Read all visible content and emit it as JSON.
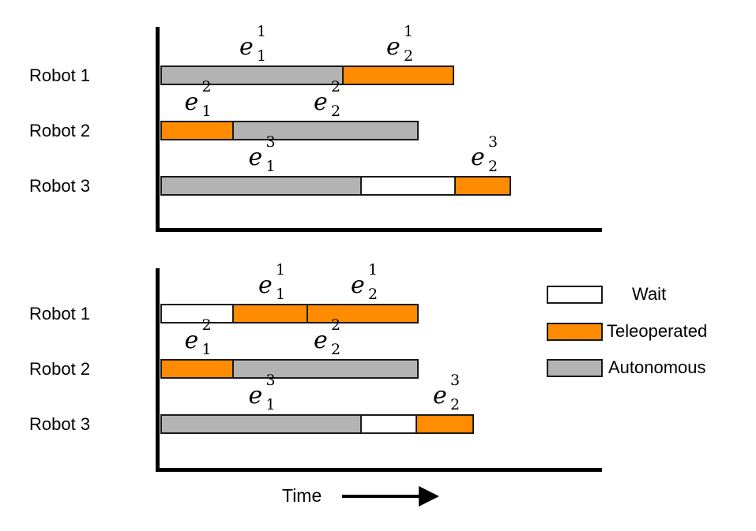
{
  "colors": {
    "wait": "#FFFFFF",
    "teleoperated": "#FF8C00",
    "autonomous": "#B3B3B3",
    "border": "#1A1A1A",
    "axis": "#000000"
  },
  "legend": {
    "items": [
      {
        "mode": "wait",
        "label": "Wait"
      },
      {
        "mode": "teleoperated",
        "label": "Teleoperated"
      },
      {
        "mode": "autonomous",
        "label": "Autonomous"
      }
    ]
  },
  "time_axis": {
    "label": "Time"
  },
  "chart_data": {
    "type": "gantt",
    "title": "",
    "time_unit": "relative time (arbitrary units, no tick labels shown)",
    "legend": [
      "Wait",
      "Teleoperated",
      "Autonomous"
    ],
    "legend_position": "right of bottom panel",
    "panels": [
      {
        "position": "top",
        "rows": [
          {
            "robot": "Robot 1",
            "segments": [
              {
                "mode": "autonomous",
                "start": 0,
                "end": 232,
                "episode": {
                  "base": "e",
                  "sup": "1",
                  "sub": "1"
                }
              },
              {
                "mode": "teleoperated",
                "start": 232,
                "end": 372,
                "episode": {
                  "base": "e",
                  "sup": "1",
                  "sub": "2"
                }
              }
            ]
          },
          {
            "robot": "Robot 2",
            "segments": [
              {
                "mode": "teleoperated",
                "start": 0,
                "end": 93,
                "episode": {
                  "base": "e",
                  "sup": "2",
                  "sub": "1"
                }
              },
              {
                "mode": "autonomous",
                "start": 93,
                "end": 327,
                "episode": {
                  "base": "e",
                  "sup": "2",
                  "sub": "2"
                }
              }
            ]
          },
          {
            "robot": "Robot 3",
            "segments": [
              {
                "mode": "autonomous",
                "start": 0,
                "end": 255,
                "episode": {
                  "base": "e",
                  "sup": "3",
                  "sub": "1"
                }
              },
              {
                "mode": "wait",
                "start": 255,
                "end": 374,
                "episode": null
              },
              {
                "mode": "teleoperated",
                "start": 374,
                "end": 444,
                "episode": {
                  "base": "e",
                  "sup": "3",
                  "sub": "2"
                }
              }
            ]
          }
        ]
      },
      {
        "position": "bottom",
        "rows": [
          {
            "robot": "Robot 1",
            "segments": [
              {
                "mode": "wait",
                "start": 0,
                "end": 93,
                "episode": null
              },
              {
                "mode": "teleoperated",
                "start": 93,
                "end": 187,
                "episode": {
                  "base": "e",
                  "sup": "1",
                  "sub": "1"
                }
              },
              {
                "mode": "teleoperated",
                "start": 187,
                "end": 327,
                "episode": {
                  "base": "e",
                  "sup": "1",
                  "sub": "2"
                }
              }
            ]
          },
          {
            "robot": "Robot 2",
            "segments": [
              {
                "mode": "teleoperated",
                "start": 0,
                "end": 93,
                "episode": {
                  "base": "e",
                  "sup": "2",
                  "sub": "1"
                }
              },
              {
                "mode": "autonomous",
                "start": 93,
                "end": 327,
                "episode": {
                  "base": "e",
                  "sup": "2",
                  "sub": "2"
                }
              }
            ]
          },
          {
            "robot": "Robot 3",
            "segments": [
              {
                "mode": "autonomous",
                "start": 0,
                "end": 255,
                "episode": {
                  "base": "e",
                  "sup": "3",
                  "sub": "1"
                }
              },
              {
                "mode": "wait",
                "start": 255,
                "end": 325,
                "episode": null
              },
              {
                "mode": "teleoperated",
                "start": 325,
                "end": 397,
                "episode": {
                  "base": "e",
                  "sup": "3",
                  "sub": "2"
                }
              }
            ]
          }
        ]
      }
    ]
  }
}
